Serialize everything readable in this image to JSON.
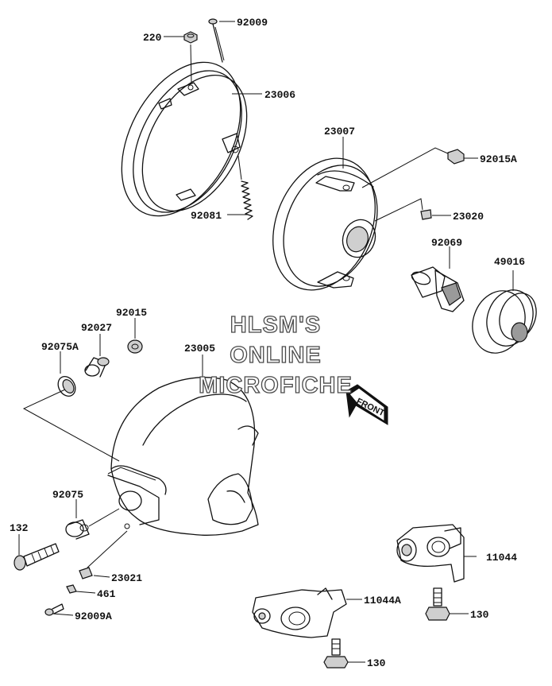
{
  "watermark": {
    "line1": "HLSM'S",
    "line2": "ONLINE",
    "line3": "MICROFICHE"
  },
  "front_arrow": {
    "label": "FRONT"
  },
  "parts": [
    {
      "id": "p220",
      "number": "220"
    },
    {
      "id": "p92009",
      "number": "92009"
    },
    {
      "id": "p23006",
      "number": "23006"
    },
    {
      "id": "p92081",
      "number": "92081"
    },
    {
      "id": "p23007",
      "number": "23007"
    },
    {
      "id": "p92015A",
      "number": "92015A"
    },
    {
      "id": "p23020",
      "number": "23020"
    },
    {
      "id": "p92069",
      "number": "92069"
    },
    {
      "id": "p49016",
      "number": "49016"
    },
    {
      "id": "p92015",
      "number": "92015"
    },
    {
      "id": "p92027",
      "number": "92027"
    },
    {
      "id": "p92075A",
      "number": "92075A"
    },
    {
      "id": "p23005",
      "number": "23005"
    },
    {
      "id": "p92075",
      "number": "92075"
    },
    {
      "id": "p132",
      "number": "132"
    },
    {
      "id": "p23021",
      "number": "23021"
    },
    {
      "id": "p461",
      "number": "461"
    },
    {
      "id": "p92009A",
      "number": "92009A"
    },
    {
      "id": "p11044",
      "number": "11044"
    },
    {
      "id": "p130a",
      "number": "130"
    },
    {
      "id": "p11044A",
      "number": "11044A"
    },
    {
      "id": "p130b",
      "number": "130"
    }
  ]
}
